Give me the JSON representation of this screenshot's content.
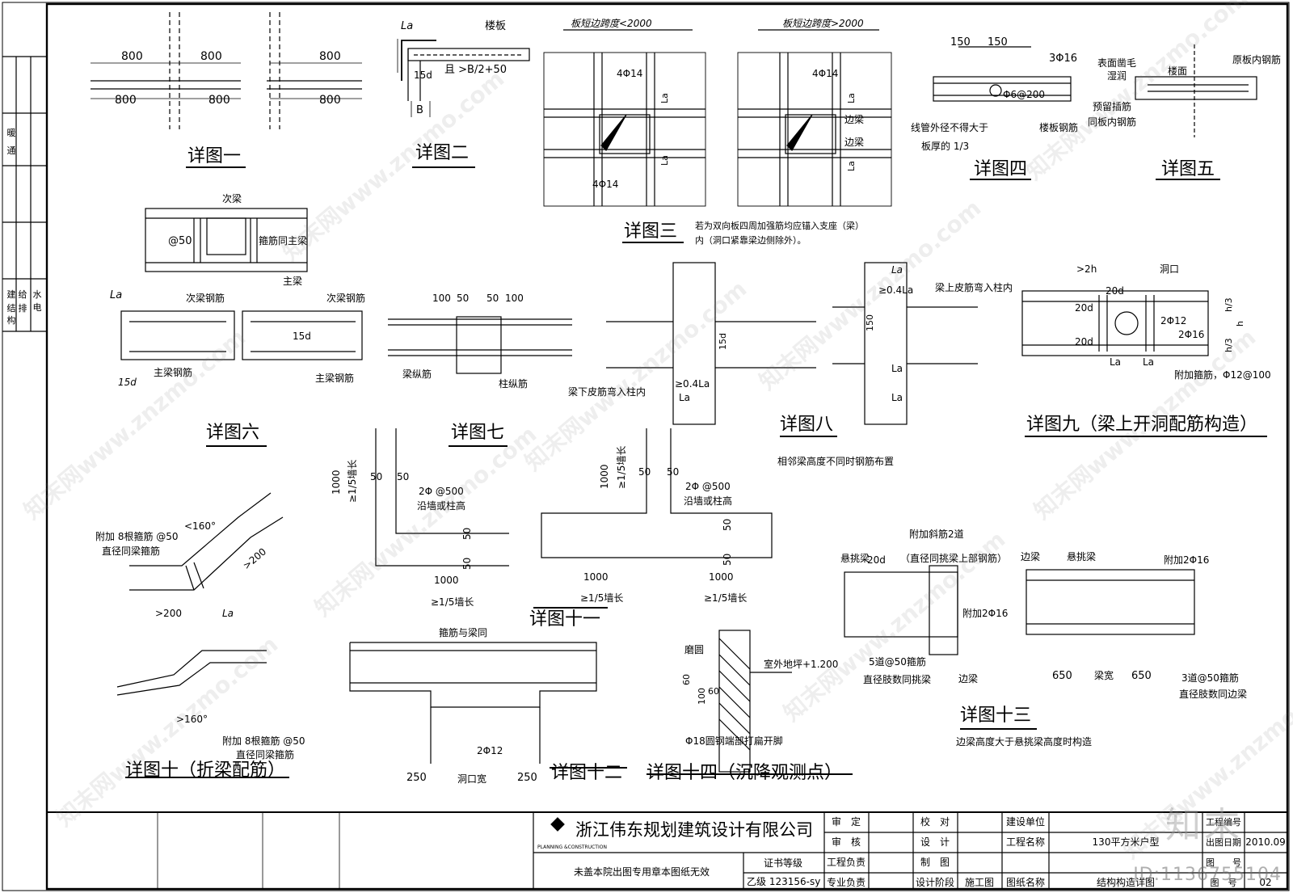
{
  "details": [
    {
      "key": "d1",
      "title": "详图一",
      "dims": [
        "800",
        "800",
        "800",
        "800",
        "800",
        "800"
      ]
    },
    {
      "key": "d2",
      "title": "详图二",
      "labels": [
        "La",
        "楼板",
        "15d",
        "且 >B/2+50",
        "B"
      ]
    },
    {
      "key": "d3",
      "title": "详图三",
      "dims": [
        "板短边跨度<2000",
        "板短边跨度>2000"
      ],
      "labels": [
        "4Φ14",
        "4Φ14",
        "4Φ14",
        "La",
        "La",
        "La",
        "La",
        "边梁",
        "边梁"
      ],
      "note1": "若为双向板四周加强筋均应锚入支座（梁）",
      "note2": "内（洞口紧靠梁边侧除外）。"
    },
    {
      "key": "d4",
      "title": "详图四",
      "labels": [
        "150",
        "150",
        "3Φ16",
        "Φ6@200",
        "线管外径不得大于",
        "板厚的 1/3",
        "楼板钢筋"
      ]
    },
    {
      "key": "d5",
      "title": "详图五",
      "labels": [
        "表面凿毛",
        "湿润",
        "楼面",
        "原板内钢筋",
        "预留插筋",
        "同板内钢筋"
      ]
    },
    {
      "key": "d5b",
      "labels": [
        "次梁",
        "@50",
        "箍筋同主梁",
        "主梁"
      ]
    },
    {
      "key": "d6",
      "title": "详图六",
      "labels": [
        "La",
        "次梁钢筋",
        "主梁钢筋",
        "15d",
        "次梁钢筋",
        "15d",
        "主梁钢筋"
      ]
    },
    {
      "key": "d7",
      "title": "详图七",
      "labels": [
        "100",
        "50",
        "50",
        "100",
        "梁纵筋",
        "柱纵筋"
      ]
    },
    {
      "key": "d8",
      "title": "详图八",
      "subtitle": "相邻梁高度不同时钢筋布置",
      "labels": [
        "La",
        "≥0.4La",
        "梁上皮筋弯入柱内",
        "150",
        "15d",
        "梁下皮筋弯入柱内",
        "≥0.4La",
        "La",
        "La",
        "La"
      ]
    },
    {
      "key": "d9",
      "title": "详图九（梁上开洞配筋构造）",
      "labels": [
        ">2h",
        "洞口",
        "20d",
        "20d",
        "20d",
        "2Φ12",
        "2Φ16",
        "h/3",
        "h/3",
        "h",
        "La",
        "La",
        "附加箍筋，Φ12@100"
      ]
    },
    {
      "key": "d10a",
      "labels": [
        "附加 8根箍筋 @50",
        "直径同梁箍筋",
        "<160°",
        ">200",
        ">200",
        "La"
      ]
    },
    {
      "key": "d11",
      "title": "详图十一",
      "labels": [
        "1000",
        "≥1/5墙长",
        "50",
        "50",
        "2Φ @500",
        "沿墙或柱高",
        "50",
        "50",
        "1000",
        "≥1/5墙长",
        "1000",
        "≥1/5墙长",
        "50",
        "50",
        "2Φ @500",
        "沿墙或柱高",
        "50",
        "50",
        "1000",
        "≥1/5墙长",
        "1000",
        "≥1/5墙长"
      ]
    },
    {
      "key": "d10",
      "title": "详图十（折梁配筋）",
      "labels": [
        ">160°",
        "附加 8根箍筋 @50",
        "直径同梁箍筋"
      ]
    },
    {
      "key": "d12",
      "title": "详图十二",
      "labels": [
        "箍筋与梁同",
        "2Φ12",
        "250",
        "洞口宽",
        "250"
      ]
    },
    {
      "key": "d14",
      "title": "详图十四（沉降观测点）",
      "labels": [
        "磨圆",
        "60",
        "60",
        "100",
        "室外地坪+1.200",
        "Φ18圆钢端部打扁开脚"
      ]
    },
    {
      "key": "d13",
      "title": "详图十三",
      "subtitle": "边梁高度大于悬挑梁高度时构造",
      "labels": [
        "附加斜筋2道",
        "（直径同挑梁上部钢筋）",
        "悬挑梁",
        "20d",
        "附加2Φ16",
        "5道@50箍筋",
        "直径肢数同挑梁",
        "边梁",
        "边梁",
        "悬挑梁",
        "附加2Φ16",
        "650",
        "梁宽",
        "650",
        "3道@50箍筋",
        "直径肢数同边梁"
      ]
    }
  ],
  "left_strip": {
    "labels": [
      "暖",
      "通",
      "建",
      "结",
      "构",
      "给",
      "排",
      "水",
      "电"
    ]
  },
  "title_block": {
    "company": "浙江伟东规划建筑设计有限公司",
    "logo_text": "PLANNING &CONSTRUCTION",
    "notice": "未盖本院出图专用章本图纸无效",
    "cert_label": "证书等级",
    "cert_value": "乙级 123156-sy",
    "col1": [
      "审　定",
      "审　核",
      "工程负责",
      "专业负责"
    ],
    "col2": [
      "校　对",
      "设　计",
      "制　图",
      "设计阶段"
    ],
    "stage": "施工图",
    "col3": [
      "建设单位",
      "工程名称",
      "图纸名称"
    ],
    "project_name": "130平方米户型",
    "drawing_name": "结构构造详图",
    "col4": [
      "工程编号",
      "出图日期",
      "图　　号",
      "图　号"
    ],
    "date": "2010.09",
    "sheet_no": "02"
  },
  "watermark": {
    "text": "知末网www.znzmo.com",
    "id": "ID:1136755104",
    "brand": "知末"
  }
}
